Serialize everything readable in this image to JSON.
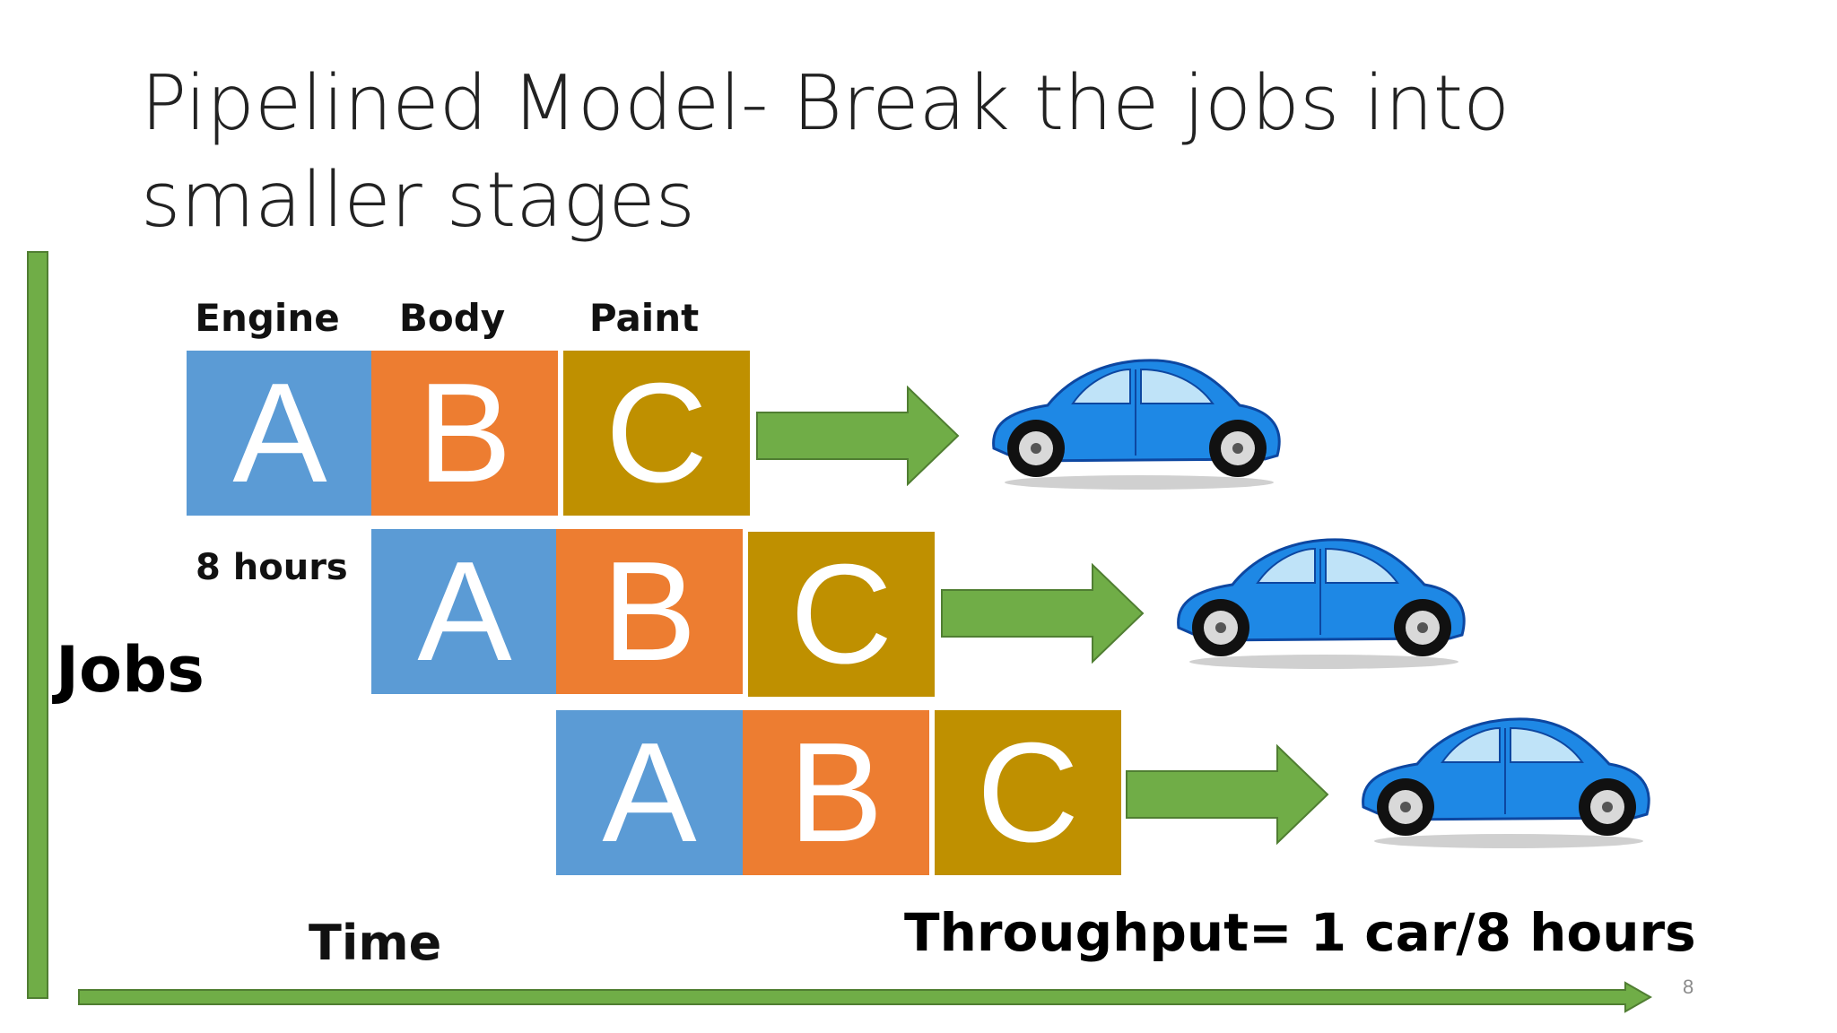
{
  "title": "Pipelined Model- Break the jobs into smaller stages",
  "stages": {
    "engine": "Engine",
    "body": "Body",
    "paint": "Paint"
  },
  "stage_time": "8 hours",
  "axis": {
    "y_label": "Jobs",
    "x_label": "Time"
  },
  "throughput": "Throughput= 1 car/8 hours",
  "page_number": "8",
  "jobs": [
    {
      "a": "A",
      "b": "B",
      "c": "C"
    },
    {
      "a": "A",
      "b": "B",
      "c": "C"
    },
    {
      "a": "A",
      "b": "B",
      "c": "C"
    }
  ],
  "colors": {
    "engine": "#5b9bd5",
    "body": "#ed7d31",
    "paint": "#bf9000",
    "arrow": "#70ad47",
    "car": "#1e88e5"
  },
  "icons": [
    "right-arrow-icon",
    "car-icon"
  ]
}
